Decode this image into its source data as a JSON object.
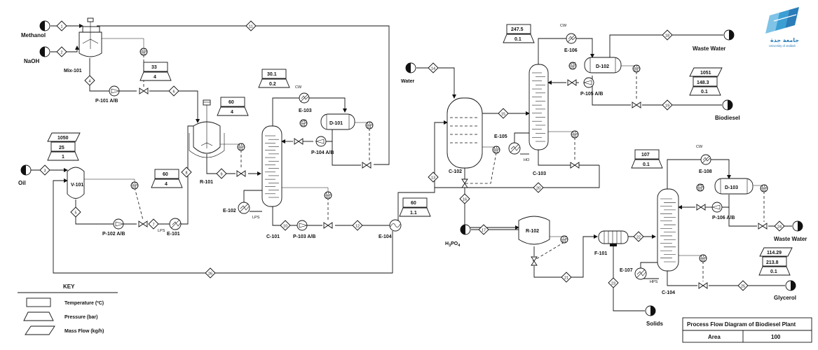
{
  "title_block": {
    "title": "Process Flow Diagram of Biodiesel Plant",
    "area_label": "Area",
    "area_value": "100"
  },
  "logo": {
    "arabic": "جامعة جدة",
    "english": "University of Jeddah"
  },
  "key": {
    "title": "KEY",
    "items": [
      {
        "shape": "rectangle",
        "label": "Temperature (ºC)"
      },
      {
        "shape": "trapezoid",
        "label": "Pressure (bar)"
      },
      {
        "shape": "parallelogram",
        "label": "Mass Flow (kg/h)"
      }
    ]
  },
  "terminals": {
    "methanol": "Methanol",
    "naoh": "NaOH",
    "oil": "Oil",
    "water": "Water",
    "h3po4_base": "H",
    "h3po4_sub": "3",
    "h3po4_mid": "PO",
    "h3po4_sub2": "4",
    "waste_water_top": "Waste Water",
    "biodiesel": "Biodiesel",
    "waste_water_bottom": "Waste Water",
    "solids": "Solids",
    "glycerol": "Glycerol"
  },
  "equipment": {
    "mix101": "Mix-101",
    "p101": "P-101 A/B",
    "v101": "V-101",
    "p102": "P-102 A/B",
    "e101": "E-101",
    "r101": "R-101",
    "e102": "E-102",
    "c101": "C-101",
    "e103": "E-103",
    "d101": "D-101",
    "p104": "P-104 A/B",
    "p103": "P-103 A/B",
    "e104": "E-104",
    "c102": "C-102",
    "e105": "E-105",
    "c103": "C-103",
    "e106": "E-106",
    "d102": "D-102",
    "p105": "P-105 A/B",
    "r102": "R-102",
    "f101": "F-101",
    "c104": "C-104",
    "e107": "E-107",
    "e108": "E-108",
    "d103": "D-103",
    "p106": "P-106 A/B"
  },
  "utilities": {
    "cw": "CW",
    "lps": "LPS",
    "hps": "HPS",
    "ho": "HO"
  },
  "controllers": {
    "lc": "LC",
    "tc": "TC",
    "fc": "FC",
    "pc": "PC",
    "num01": "01",
    "num02": "02",
    "num03": "03"
  },
  "streams": [
    "1",
    "2",
    "3",
    "4",
    "5",
    "6",
    "7",
    "8",
    "9",
    "10",
    "11",
    "12",
    "13",
    "14",
    "15",
    "16",
    "17",
    "18",
    "19",
    "20",
    "21",
    "22",
    "23",
    "24",
    "25",
    "26"
  ],
  "indicators": {
    "v101_flow": "1050",
    "v101_temp": "25",
    "v101_pres": "1",
    "p101_temp": "33",
    "p101_pres": "4",
    "r101_temp": "60",
    "r101_pres": "4",
    "p102_temp": "60",
    "p102_pres": "4",
    "c101_temp": "30.1",
    "c101_pres": "0.2",
    "e104_temp": "60",
    "e104_pres": "1.1",
    "c103_temp": "247.5",
    "c103_pres": "0.1",
    "bio_flow": "1051",
    "bio_temp": "148.3",
    "bio_pres": "0.1",
    "c104_temp": "107",
    "c104_pres": "0.1",
    "gly_flow": "114.29",
    "gly_temp": "213.8",
    "gly_pres": "0.1"
  }
}
